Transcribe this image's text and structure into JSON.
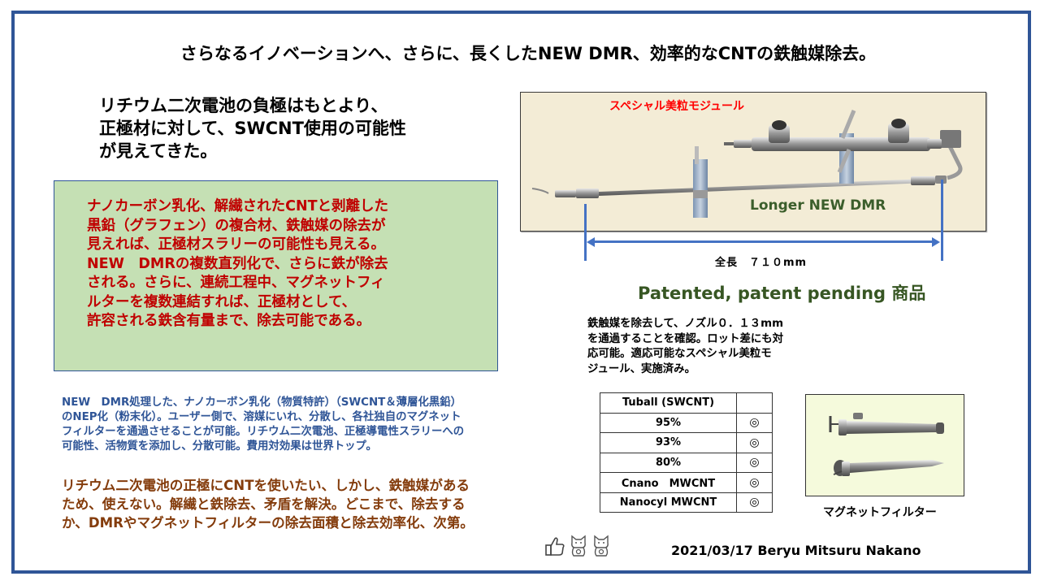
{
  "slide": {
    "frame_color": "#2f5597",
    "title": "さらなるイノベーションへ、さらに、長くしたNEW DMR、効率的なCNTの鉄触媒除去。",
    "lead_lines": [
      "リチウム二次電池の負極はもとより、",
      "正極材に対して、SWCNT使用の可能性",
      "が見えてきた。"
    ],
    "green_box": {
      "background": "#c5e0b4",
      "text_color": "#c00000",
      "lines": [
        "ナノカーボン乳化、解繊されたCNTと剥離した",
        "黒鉛（グラフェン）の複合材、鉄触媒の除去が",
        "見えれば、正極材スラリーの可能性も見える。",
        "NEW　DMRの複数直列化で、さらに鉄が除去",
        "される。さらに、連続工程中、マグネットフィ",
        "ルターを複数連結すれば、正極材として、",
        "許容される鉄含有量まで、除去可能である。"
      ]
    },
    "blue_paragraph": {
      "color": "#2f5597",
      "lines": [
        "NEW　DMR処理した、ナノカーボン乳化（物質特許）（SWCNT＆薄層化黒鉛）",
        "のNEP化（粉末化）。ユーザー側で、溶媒にいれ、分散し、各社独自のマグネット",
        "フィルターを通過させることが可能。リチウム二次電池、正極導電性スラリーへの",
        "可能性、活物質を添加し、分散可能。費用対効果は世界トップ。"
      ]
    },
    "brown_paragraph": {
      "color": "#843c0c",
      "lines": [
        "リチウム二次電池の正極にCNTを使いたい、しかし、鉄触媒がある",
        "ため、使えない。解繊と鉄除去、矛盾を解決。どこまで、除去する",
        "か、DMRやマグネットフィルターの除去面積と除去効率化、次第。"
      ]
    },
    "photo": {
      "module_label": "スペシャル美粒モジュール",
      "device_label": "Longer NEW DMR",
      "dimension_label": "全長　７１０mm"
    },
    "patent_label": "Patented, patent pending 商品",
    "note_lines": [
      "鉄触媒を除去して、ノズル０．１３mm",
      "を通過することを確認。ロット差にも対",
      "応可能。適応可能なスペシャル美粒モ",
      "ジュール、実施済み。"
    ],
    "cnt_table": {
      "rows": [
        {
          "name": "Tuball (SWCNT)",
          "mark": ""
        },
        {
          "name": "95%",
          "mark": "◎"
        },
        {
          "name": "93%",
          "mark": "◎"
        },
        {
          "name": "80%",
          "mark": "◎"
        },
        {
          "name": "Cnano　MWCNT",
          "mark": "◎"
        },
        {
          "name": "Nanocyl MWCNT",
          "mark": "◎"
        }
      ]
    },
    "magnet_filter_label": "マグネットフィルター",
    "footer_icons": [
      "thumbs-up-icon",
      "lucky-cat-icon",
      "lucky-cat-icon"
    ],
    "footer": "2021/03/17 Beryu Mitsuru Nakano"
  }
}
